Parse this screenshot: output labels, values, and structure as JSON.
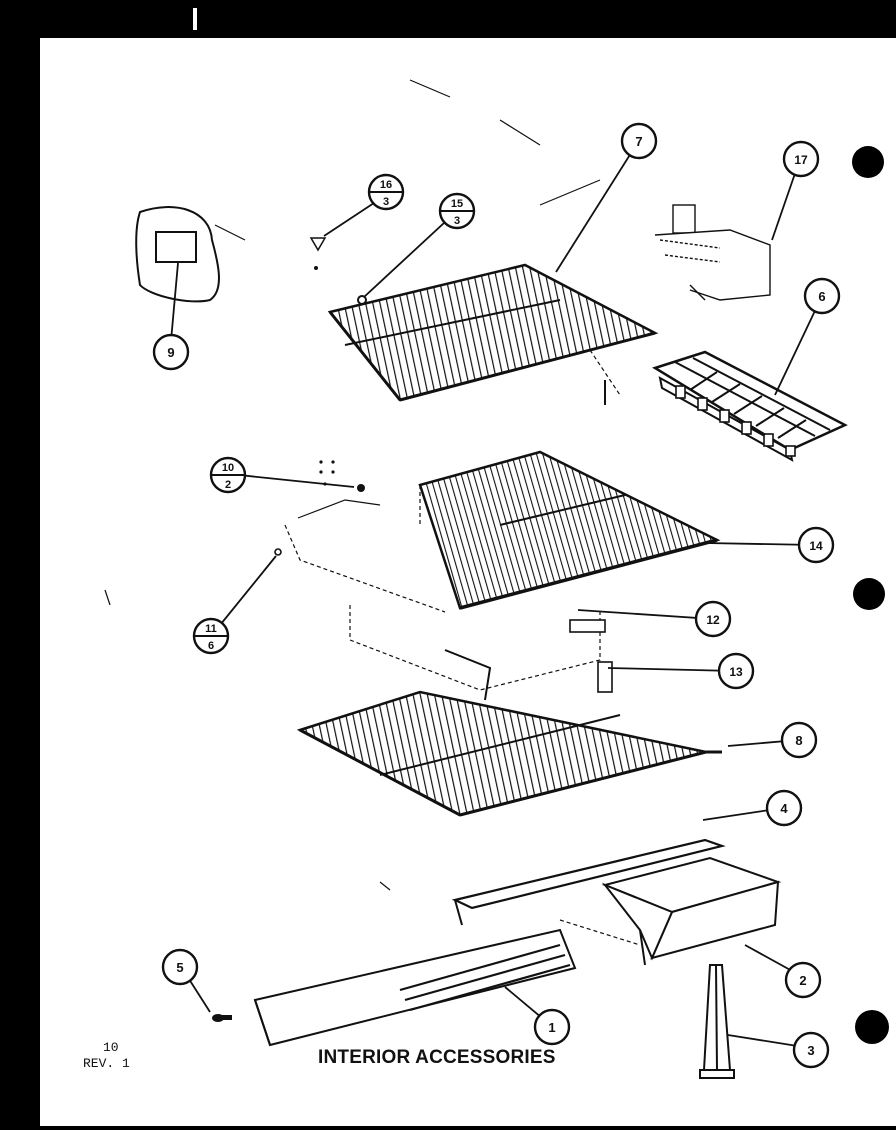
{
  "diagram": {
    "title": "INTERIOR ACCESSORIES",
    "page_number": "10",
    "revision": "REV. 1",
    "callouts": [
      {
        "id": "c1",
        "label": "1"
      },
      {
        "id": "c2",
        "label": "2"
      },
      {
        "id": "c3",
        "label": "3"
      },
      {
        "id": "c4",
        "label": "4"
      },
      {
        "id": "c5",
        "label": "5"
      },
      {
        "id": "c6",
        "label": "6"
      },
      {
        "id": "c7",
        "label": "7"
      },
      {
        "id": "c8",
        "label": "8"
      },
      {
        "id": "c9",
        "label": "9"
      },
      {
        "id": "c12",
        "label": "12"
      },
      {
        "id": "c13",
        "label": "13"
      },
      {
        "id": "c14",
        "label": "14"
      },
      {
        "id": "c17",
        "label": "17"
      }
    ],
    "split_callouts": [
      {
        "id": "s16",
        "top": "16",
        "bottom": "3"
      },
      {
        "id": "s15",
        "top": "15",
        "bottom": "3"
      },
      {
        "id": "s10",
        "top": "10",
        "bottom": "2"
      },
      {
        "id": "s11",
        "top": "11",
        "bottom": "6"
      }
    ]
  }
}
